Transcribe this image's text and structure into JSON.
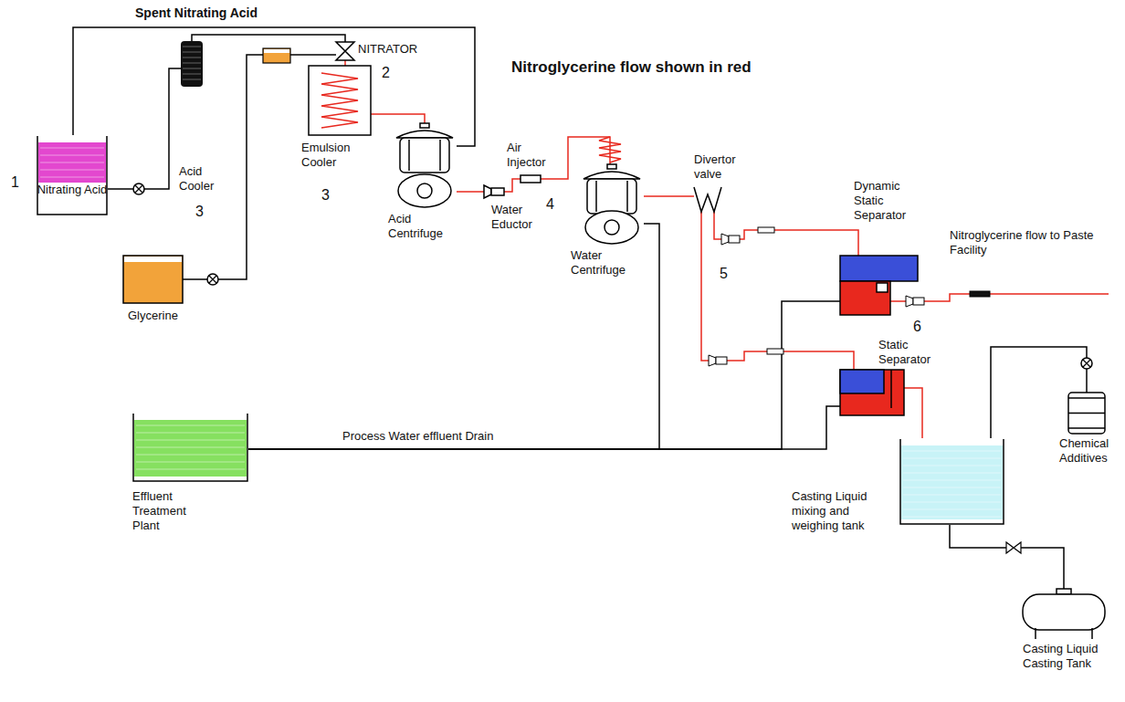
{
  "diagram": {
    "title": "Nitroglycerine flow shown in red",
    "nodes": [
      {
        "text": [
          "Nitrating Acid"
        ]
      },
      {
        "text": [
          "Acid Cooler"
        ]
      },
      {
        "text": [
          "Glycerine"
        ]
      },
      {
        "text": [
          "NITRATOR"
        ]
      },
      {
        "text": [
          "Emulsion Cooler"
        ]
      },
      {
        "text": [
          "Acid Centrifuge"
        ]
      },
      {
        "text": [
          "Water Eductor"
        ]
      },
      {
        "text": [
          "Air Injector"
        ]
      },
      {
        "text": [
          "Water Centrifuge"
        ]
      },
      {
        "text": [
          "Divertor valve"
        ]
      },
      {
        "text": [
          "Dynamic Static Separator"
        ]
      },
      {
        "text": [
          "Static Separator"
        ]
      },
      {
        "text": [
          "Effluent Treatment Plant"
        ]
      },
      {
        "text": [
          "Casting Liquid mixing and weighing tank"
        ]
      },
      {
        "text": [
          "Chemical Additives"
        ]
      },
      {
        "text": [
          "Casting Liquid Casting Tank"
        ]
      }
    ],
    "edges": [
      {
        "from": 0,
        "to": 1,
        "arrow": "none"
      },
      {
        "from": 1,
        "to": 3,
        "arrow": "none"
      },
      {
        "from": 2,
        "to": 3,
        "arrow": "none"
      },
      {
        "from": 3,
        "to": 4,
        "arrow": "none"
      },
      {
        "from": 4,
        "to": 5,
        "arrow": "none"
      },
      {
        "from": 5,
        "to": 0,
        "arrow": "none"
      },
      {
        "from": 5,
        "to": 6,
        "arrow": "none"
      },
      {
        "from": 6,
        "to": 7,
        "arrow": "none"
      },
      {
        "from": 7,
        "to": 8,
        "arrow": "none"
      },
      {
        "from": 8,
        "to": 9,
        "arrow": "none"
      },
      {
        "from": 8,
        "to": 12,
        "arrow": "none"
      },
      {
        "from": 9,
        "to": 10,
        "arrow": "none"
      },
      {
        "from": 9,
        "to": 11,
        "arrow": "none"
      },
      {
        "from": 10,
        "to": 12,
        "arrow": "none"
      },
      {
        "from": 11,
        "to": 12,
        "arrow": "none"
      },
      {
        "from": 11,
        "to": 13,
        "arrow": "none"
      },
      {
        "from": 14,
        "to": 13,
        "arrow": "none"
      },
      {
        "from": 13,
        "to": 15,
        "arrow": "none"
      }
    ],
    "labels": [
      "Spent Nitrating Acid",
      "1",
      "3",
      "3",
      "2",
      "4",
      "5",
      "6",
      "Process Water effluent Drain",
      "Nitroglycerine flow to Paste Facility"
    ]
  }
}
